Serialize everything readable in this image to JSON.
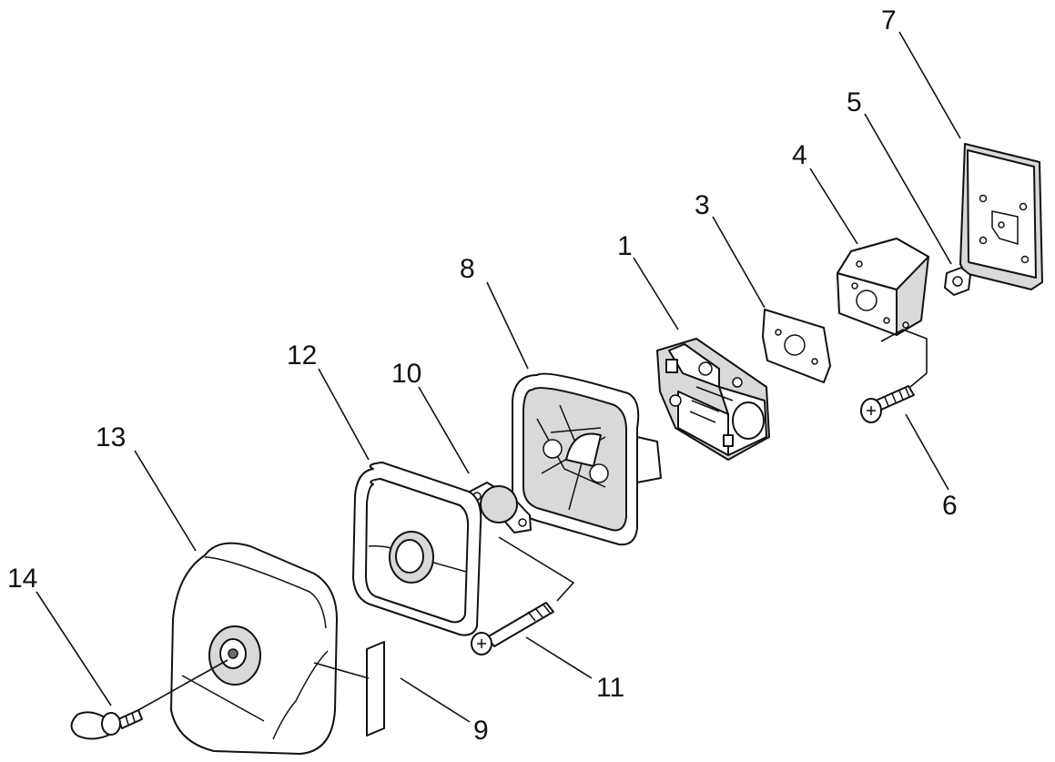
{
  "diagram": {
    "type": "exploded-parts-view",
    "callouts": [
      {
        "id": "1",
        "label": "1"
      },
      {
        "id": "3",
        "label": "3"
      },
      {
        "id": "4",
        "label": "4"
      },
      {
        "id": "5",
        "label": "5"
      },
      {
        "id": "6",
        "label": "6"
      },
      {
        "id": "7",
        "label": "7"
      },
      {
        "id": "8",
        "label": "8"
      },
      {
        "id": "9",
        "label": "9"
      },
      {
        "id": "10",
        "label": "10"
      },
      {
        "id": "11",
        "label": "11"
      },
      {
        "id": "12",
        "label": "12"
      },
      {
        "id": "13",
        "label": "13"
      },
      {
        "id": "14",
        "label": "14"
      }
    ]
  }
}
